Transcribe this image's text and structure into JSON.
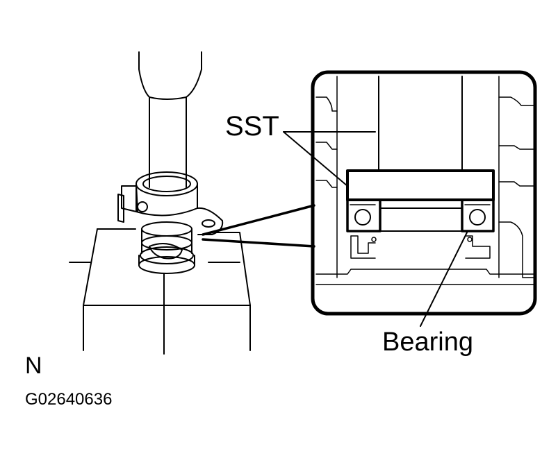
{
  "labels": {
    "sst": "SST",
    "bearing": "Bearing",
    "view_marker": "N",
    "figure_code": "G02640636"
  },
  "colors": {
    "line": "#000000",
    "background": "#ffffff"
  }
}
